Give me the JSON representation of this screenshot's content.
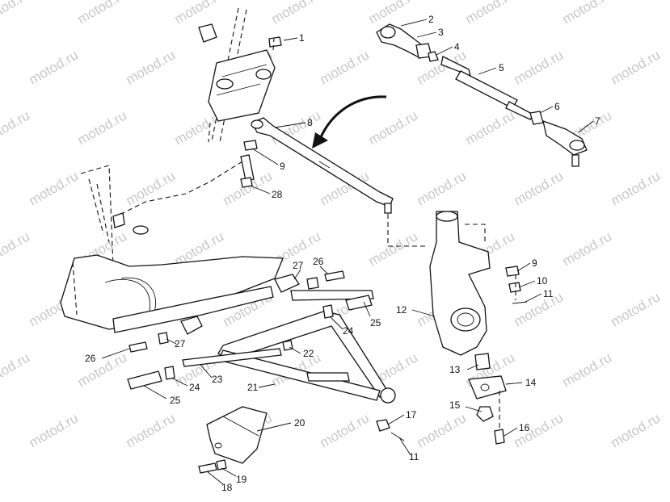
{
  "watermark": "motod.ru",
  "callouts": [
    {
      "id": "1",
      "label": "1"
    },
    {
      "id": "2",
      "label": "2"
    },
    {
      "id": "3",
      "label": "3"
    },
    {
      "id": "4",
      "label": "4"
    },
    {
      "id": "5",
      "label": "5"
    },
    {
      "id": "6",
      "label": "6"
    },
    {
      "id": "7",
      "label": "7"
    },
    {
      "id": "8",
      "label": "8"
    },
    {
      "id": "9a",
      "label": "9"
    },
    {
      "id": "28",
      "label": "28"
    },
    {
      "id": "9b",
      "label": "9"
    },
    {
      "id": "10",
      "label": "10"
    },
    {
      "id": "11a",
      "label": "11"
    },
    {
      "id": "12",
      "label": "12"
    },
    {
      "id": "27a",
      "label": "27"
    },
    {
      "id": "26a",
      "label": "26"
    },
    {
      "id": "24a",
      "label": "24"
    },
    {
      "id": "25a",
      "label": "25"
    },
    {
      "id": "22",
      "label": "22"
    },
    {
      "id": "26b",
      "label": "26"
    },
    {
      "id": "27b",
      "label": "27"
    },
    {
      "id": "23",
      "label": "23"
    },
    {
      "id": "21",
      "label": "21"
    },
    {
      "id": "24b",
      "label": "24"
    },
    {
      "id": "25b",
      "label": "25"
    },
    {
      "id": "13",
      "label": "13"
    },
    {
      "id": "14",
      "label": "14"
    },
    {
      "id": "15",
      "label": "15"
    },
    {
      "id": "16",
      "label": "16"
    },
    {
      "id": "17",
      "label": "17"
    },
    {
      "id": "11b",
      "label": "11"
    },
    {
      "id": "20",
      "label": "20"
    },
    {
      "id": "18",
      "label": "18"
    },
    {
      "id": "19",
      "label": "19"
    }
  ]
}
